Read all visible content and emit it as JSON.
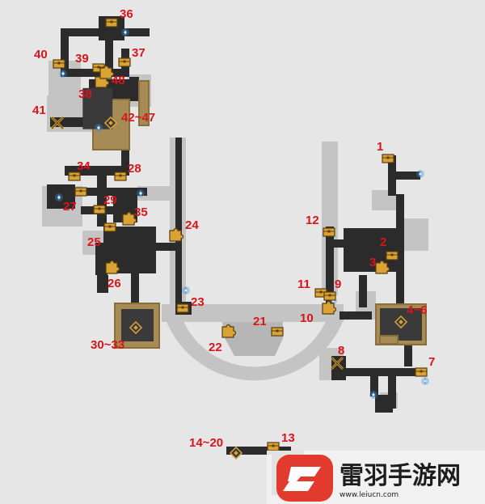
{
  "map": {
    "background": "#e6e6e6",
    "colors": {
      "corridor_dark": "#2b2b2b",
      "corridor_light": "#c4c4c4",
      "room_gold": "#a68b55",
      "label_red": "#d8151b",
      "chest_gold": "#d9a336",
      "teleport_blue": "#3d8fd6"
    },
    "labels": [
      {
        "id": "l36",
        "text": "36"
      },
      {
        "id": "l40",
        "text": "40"
      },
      {
        "id": "l39",
        "text": "39"
      },
      {
        "id": "l37",
        "text": "37"
      },
      {
        "id": "l48",
        "text": "48"
      },
      {
        "id": "l38",
        "text": "38"
      },
      {
        "id": "l41",
        "text": "41"
      },
      {
        "id": "l42",
        "text": "42~47"
      },
      {
        "id": "l1",
        "text": "1"
      },
      {
        "id": "l34",
        "text": "34"
      },
      {
        "id": "l28",
        "text": "28"
      },
      {
        "id": "l29",
        "text": "29"
      },
      {
        "id": "l27",
        "text": "27"
      },
      {
        "id": "l35",
        "text": "35"
      },
      {
        "id": "l24",
        "text": "24"
      },
      {
        "id": "l12",
        "text": "12"
      },
      {
        "id": "l2",
        "text": "2"
      },
      {
        "id": "l3",
        "text": "3"
      },
      {
        "id": "l25",
        "text": "25"
      },
      {
        "id": "l26",
        "text": "26"
      },
      {
        "id": "l11",
        "text": "11"
      },
      {
        "id": "l9",
        "text": "9"
      },
      {
        "id": "l23",
        "text": "23"
      },
      {
        "id": "l10",
        "text": "10"
      },
      {
        "id": "l4",
        "text": "4~6"
      },
      {
        "id": "l21",
        "text": "21"
      },
      {
        "id": "l30",
        "text": "30~33"
      },
      {
        "id": "l22",
        "text": "22"
      },
      {
        "id": "l8",
        "text": "8"
      },
      {
        "id": "l7",
        "text": "7"
      },
      {
        "id": "l13",
        "text": "13"
      },
      {
        "id": "l14",
        "text": "14~20"
      }
    ],
    "markers": [
      {
        "id": "m36",
        "icon": "treasure-chest-icon"
      },
      {
        "id": "m40",
        "icon": "treasure-chest-icon"
      },
      {
        "id": "m39",
        "icon": "treasure-chest-icon"
      },
      {
        "id": "m37",
        "icon": "treasure-chest-icon"
      },
      {
        "id": "m38",
        "icon": "puzzle-piece-icon"
      },
      {
        "id": "m48",
        "icon": "puzzle-piece-icon"
      },
      {
        "id": "m41",
        "icon": "crossed-swords-icon"
      },
      {
        "id": "m42",
        "icon": "diamond-objective-icon"
      },
      {
        "id": "m1",
        "icon": "treasure-chest-icon"
      },
      {
        "id": "m34",
        "icon": "treasure-chest-icon"
      },
      {
        "id": "m28",
        "icon": "treasure-chest-icon"
      },
      {
        "id": "m27",
        "icon": "treasure-chest-icon"
      },
      {
        "id": "m29",
        "icon": "treasure-chest-icon"
      },
      {
        "id": "m35",
        "icon": "puzzle-piece-icon"
      },
      {
        "id": "m24",
        "icon": "puzzle-piece-icon"
      },
      {
        "id": "m12",
        "icon": "treasure-chest-icon"
      },
      {
        "id": "m2",
        "icon": "treasure-chest-icon"
      },
      {
        "id": "m3",
        "icon": "puzzle-piece-icon"
      },
      {
        "id": "m25",
        "icon": "treasure-chest-icon"
      },
      {
        "id": "m26",
        "icon": "puzzle-piece-icon"
      },
      {
        "id": "m11",
        "icon": "treasure-chest-icon"
      },
      {
        "id": "m9",
        "icon": "treasure-chest-icon"
      },
      {
        "id": "m10",
        "icon": "puzzle-piece-icon"
      },
      {
        "id": "m23",
        "icon": "treasure-chest-icon"
      },
      {
        "id": "m4",
        "icon": "diamond-objective-icon"
      },
      {
        "id": "m21",
        "icon": "treasure-chest-icon"
      },
      {
        "id": "m30",
        "icon": "diamond-objective-icon"
      },
      {
        "id": "m22",
        "icon": "puzzle-piece-icon"
      },
      {
        "id": "m8",
        "icon": "crossed-swords-icon"
      },
      {
        "id": "m7",
        "icon": "treasure-chest-icon"
      },
      {
        "id": "m13",
        "icon": "treasure-chest-icon"
      },
      {
        "id": "m14",
        "icon": "diamond-objective-icon"
      }
    ],
    "teleports": [
      {
        "id": "t36",
        "icon": "teleport-waypoint-icon"
      },
      {
        "id": "t40",
        "icon": "teleport-waypoint-icon"
      },
      {
        "id": "t42",
        "icon": "teleport-waypoint-icon"
      },
      {
        "id": "t27",
        "icon": "teleport-waypoint-icon"
      },
      {
        "id": "t35",
        "icon": "teleport-waypoint-icon"
      },
      {
        "id": "t1",
        "icon": "teleport-waypoint-icon"
      },
      {
        "id": "t23",
        "icon": "teleport-waypoint-icon"
      },
      {
        "id": "t10",
        "icon": "teleport-waypoint-icon"
      },
      {
        "id": "t7",
        "icon": "teleport-waypoint-icon"
      },
      {
        "id": "t8",
        "icon": "teleport-waypoint-icon"
      }
    ]
  },
  "watermark": {
    "logo_icon": "leiyu-logo-icon",
    "logo_color": "#e23b2e",
    "title": "雷羽手游网",
    "url": "www.leiucn.com"
  }
}
